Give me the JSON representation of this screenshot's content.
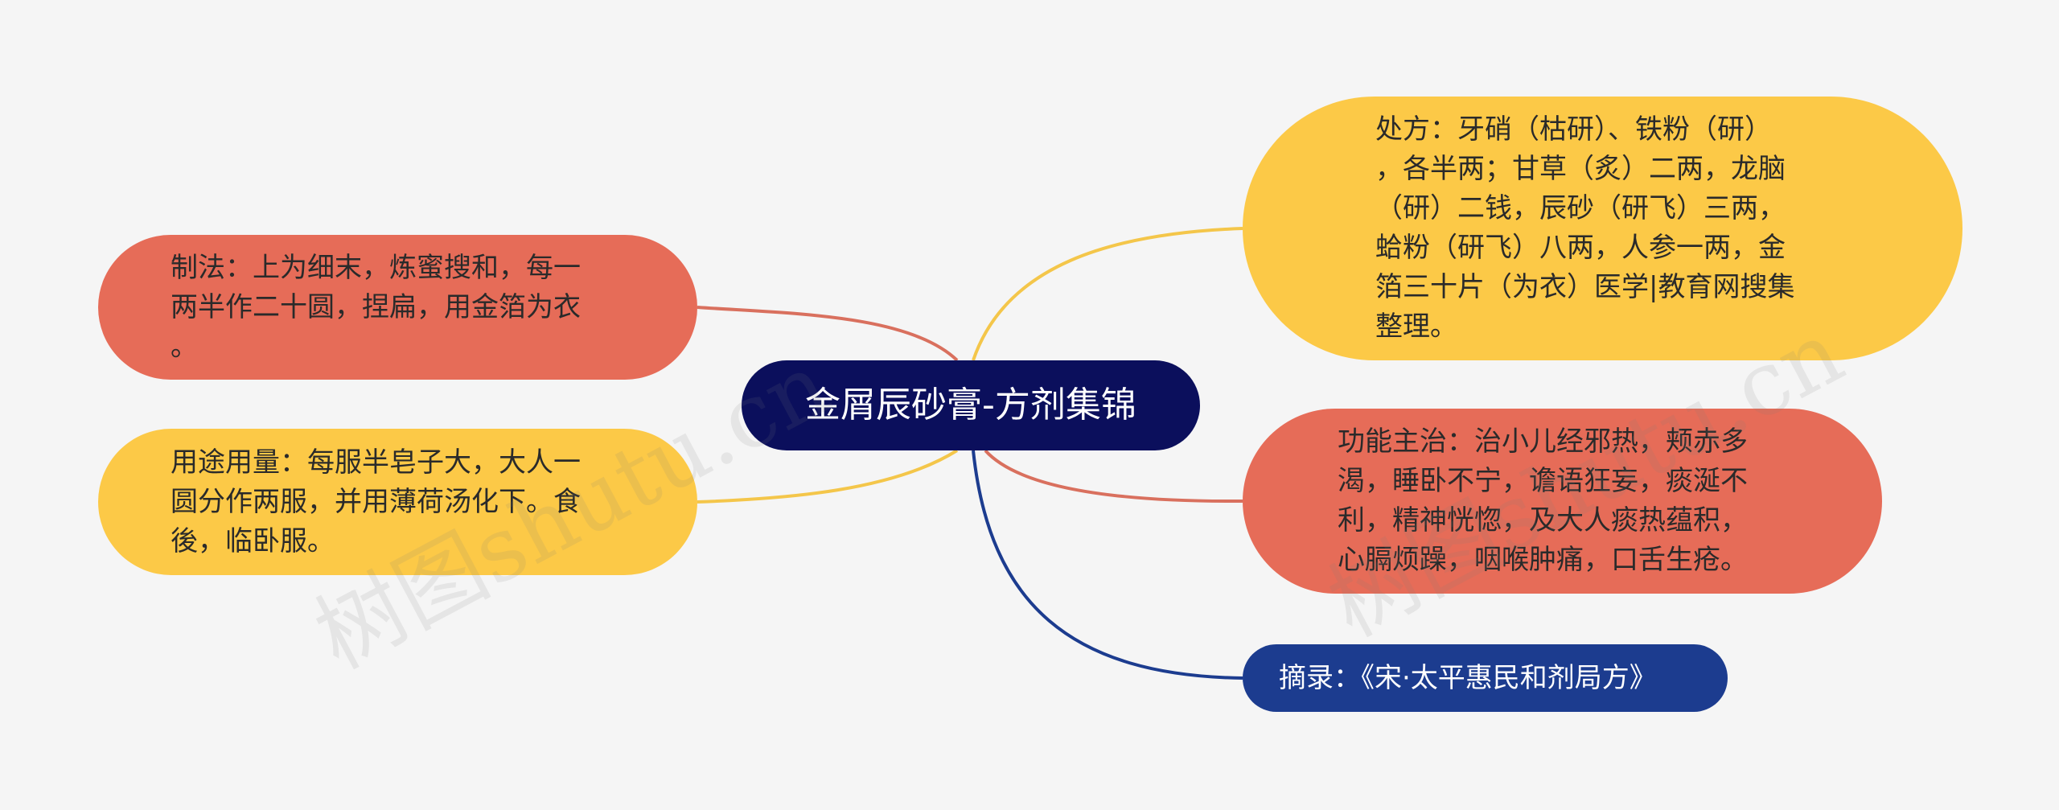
{
  "center": {
    "title": "金屑辰砂膏-方剂集锦"
  },
  "nodes": {
    "zhifa": "制法：上为细末，炼蜜搜和，每一\n两半作二十圆，捏扁，用金箔为衣\n。",
    "yongtu": "用途用量：每服半皂子大，大人一\n圆分作两服，并用薄荷汤化下。食\n後，临卧服。",
    "chufang": "处方：牙硝（枯研）、铁粉（研）\n，各半两；甘草（炙）二两，龙脑\n（研）二钱，辰砂（研飞）三两，\n蛤粉（研飞）八两，人参一两，金\n箔三十片（为衣）医学|教育网搜集\n整理。",
    "gongneng": "功能主治：治小儿经邪热，颊赤多\n渴，睡卧不宁，谵语狂妄，痰涎不\n利，精神恍惚，及大人痰热蕴积，\n心膈烦躁，咽喉肿痛，口舌生疮。",
    "zhailu": "摘录：《宋·太平惠民和剂局方》"
  },
  "watermark": [
    "树图shutu.cn",
    "树图shutu.cn"
  ],
  "colors": {
    "background": "#f5f5f5",
    "center": "#0b0f5c",
    "red": "#e66c58",
    "yellow": "#fcc947",
    "blue": "#1c3c8f"
  }
}
